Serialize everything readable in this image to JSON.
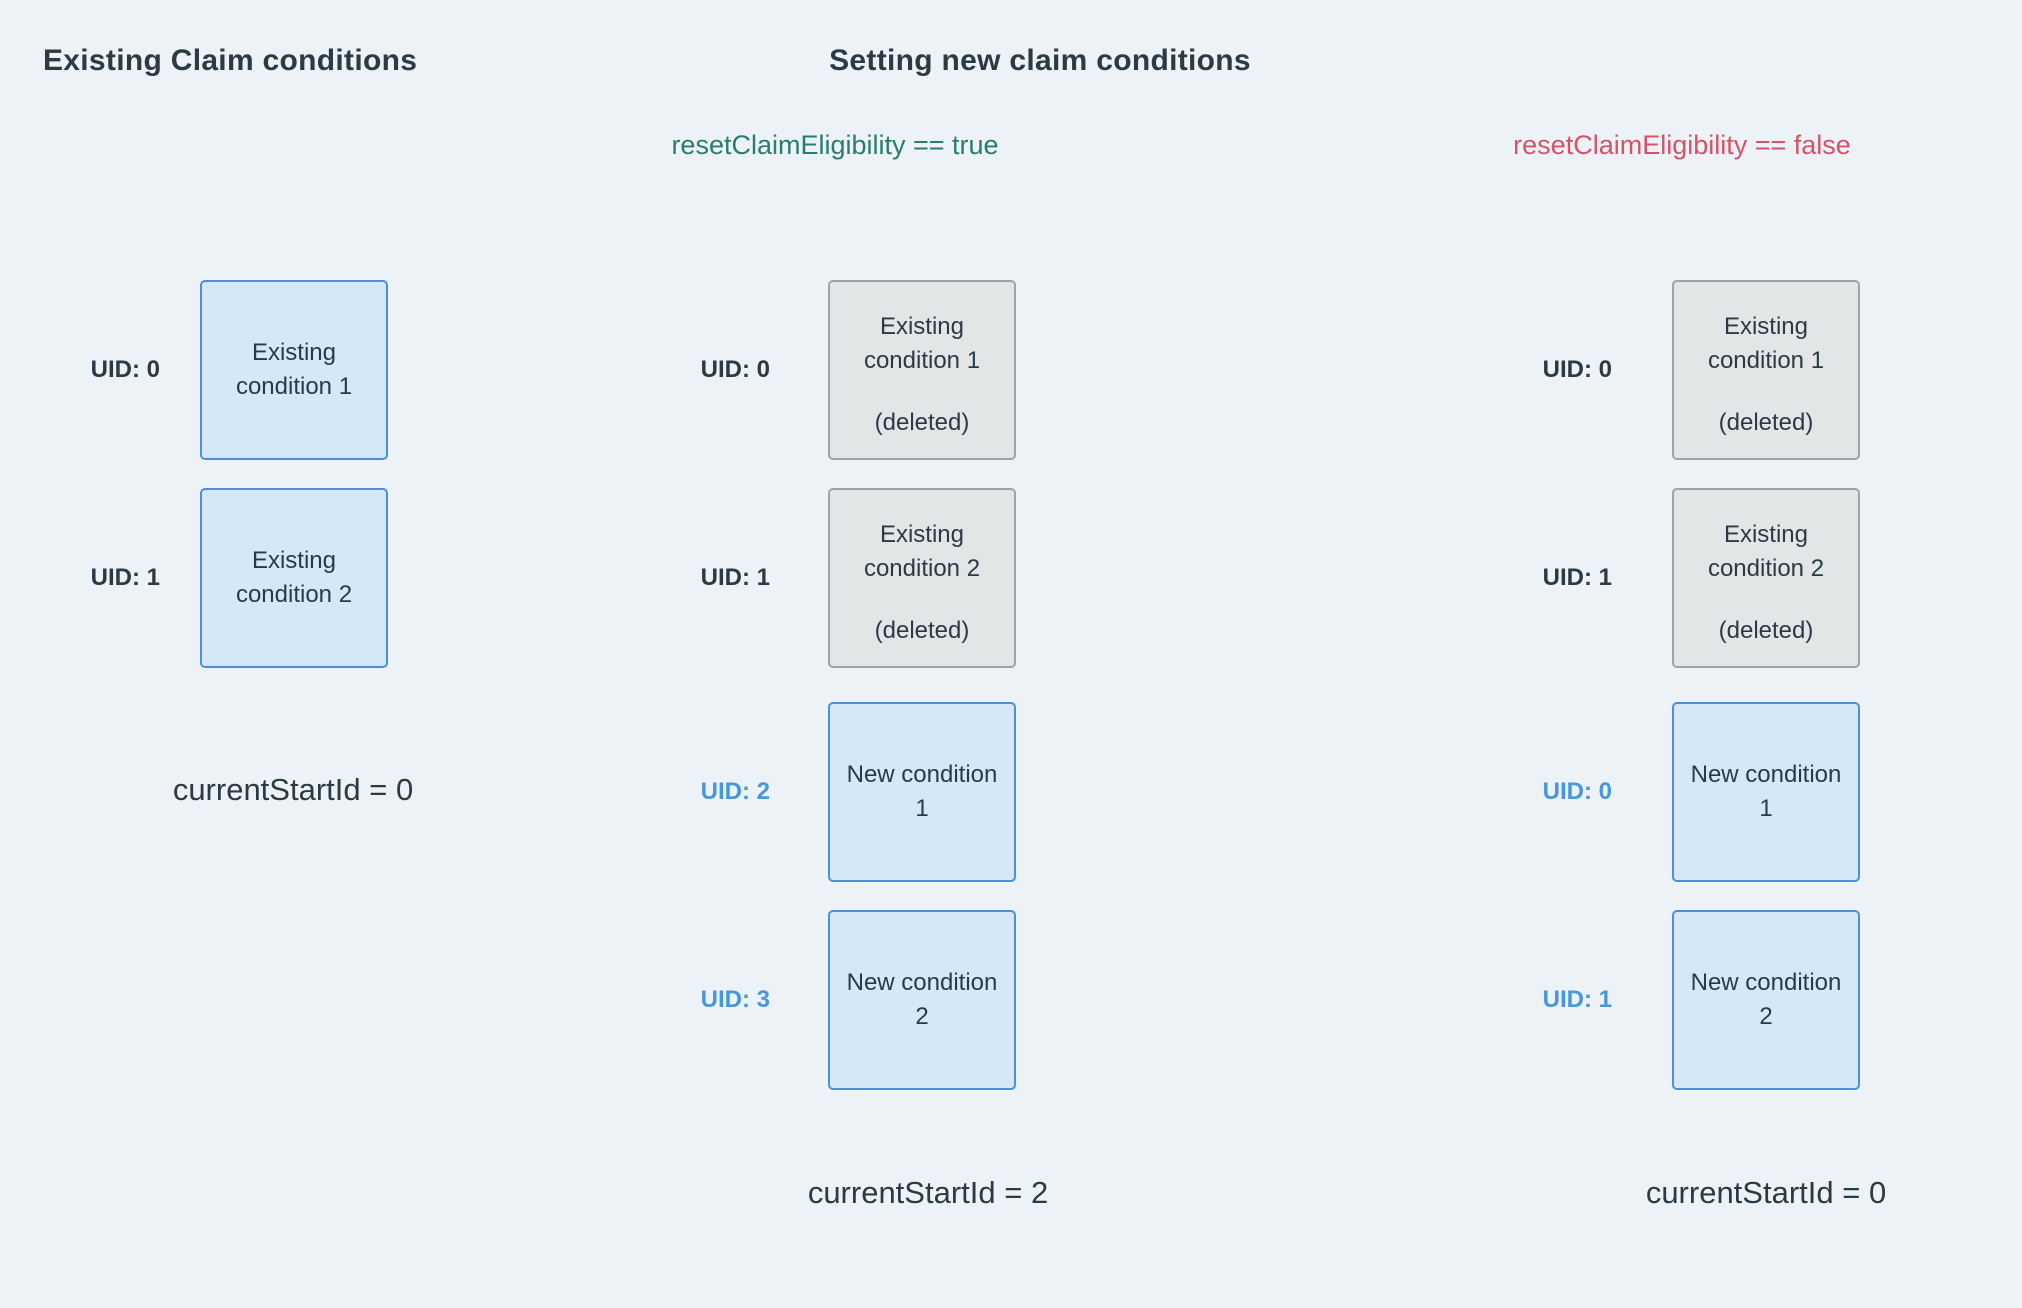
{
  "titles": {
    "left": "Existing Claim conditions",
    "right": "Setting new claim conditions",
    "case_true": "resetClaimEligibility == true",
    "case_false": "resetClaimEligibility == false"
  },
  "colors": {
    "background": "#edf2f6",
    "heading_text": "#2b3a47",
    "true_text": "#2a7d6c",
    "false_text": "#d5536a",
    "uid_blue_text": "#4597e0",
    "blue_box_fill": "#d6e7f8",
    "blue_box_border": "#4a91d9",
    "gray_box_fill": "#e3e6e7",
    "gray_box_border": "#9aa3a5"
  },
  "columns": [
    {
      "id": "existing",
      "caption": "currentStartId = 0",
      "rows": [
        {
          "uid": "UID: 0",
          "uid_color": "dark",
          "style": "blue",
          "lines": [
            "Existing",
            "condition 1"
          ],
          "note": ""
        },
        {
          "uid": "UID: 1",
          "uid_color": "dark",
          "style": "blue",
          "lines": [
            "Existing",
            "condition 2"
          ],
          "note": ""
        }
      ]
    },
    {
      "id": "reset-true",
      "caption": "currentStartId = 2",
      "rows": [
        {
          "uid": "UID: 0",
          "uid_color": "dark",
          "style": "gray",
          "lines": [
            "Existing",
            "condition 1"
          ],
          "note": "(deleted)"
        },
        {
          "uid": "UID: 1",
          "uid_color": "dark",
          "style": "gray",
          "lines": [
            "Existing",
            "condition 2"
          ],
          "note": "(deleted)"
        },
        {
          "uid": "UID: 2",
          "uid_color": "blue",
          "style": "blue",
          "lines": [
            "New condition",
            "1"
          ],
          "note": ""
        },
        {
          "uid": "UID: 3",
          "uid_color": "blue",
          "style": "blue",
          "lines": [
            "New condition",
            "2"
          ],
          "note": ""
        }
      ]
    },
    {
      "id": "reset-false",
      "caption": "currentStartId = 0",
      "rows": [
        {
          "uid": "UID: 0",
          "uid_color": "dark",
          "style": "gray",
          "lines": [
            "Existing",
            "condition 1"
          ],
          "note": "(deleted)"
        },
        {
          "uid": "UID: 1",
          "uid_color": "dark",
          "style": "gray",
          "lines": [
            "Existing",
            "condition 2"
          ],
          "note": "(deleted)"
        },
        {
          "uid": "UID: 0",
          "uid_color": "blue",
          "style": "blue",
          "lines": [
            "New condition",
            "1"
          ],
          "note": ""
        },
        {
          "uid": "UID: 1",
          "uid_color": "blue",
          "style": "blue",
          "lines": [
            "New condition",
            "2"
          ],
          "note": ""
        }
      ]
    }
  ]
}
